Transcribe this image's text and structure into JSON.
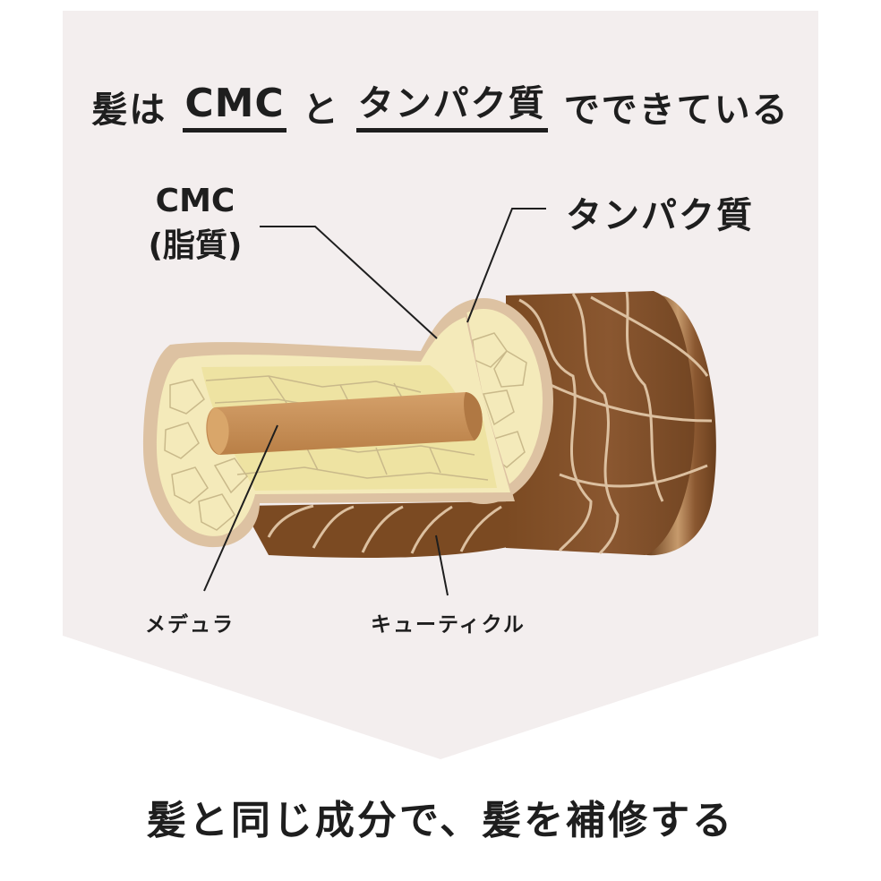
{
  "headline": {
    "prefix": "髪は",
    "term1": "CMC",
    "mid": "と",
    "term2": "タンパク質",
    "suffix": "でできている"
  },
  "labels": {
    "cmc_line1": "CMC",
    "cmc_line2": "(脂質)",
    "protein": "タンパク質",
    "medulla": "メデュラ",
    "cuticle": "キューティクル"
  },
  "footer": "髪と同じ成分で、髪を補修する",
  "colors": {
    "panel": "#f3eeee",
    "cuticle_brown": "#7b4a22",
    "cuticle_highlight": "#c69a6c",
    "cortex_fill": "#f4eaba",
    "cmc_fill": "#eee3a2",
    "medulla": "#c48e55",
    "outline": "#ddc2a2",
    "text": "#1e1e1e"
  }
}
